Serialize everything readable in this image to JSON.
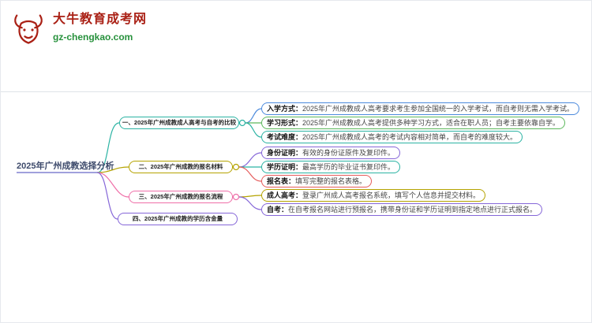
{
  "logo": {
    "site_name": "大牛教育成考网",
    "site_url": "gz-chengkao.com",
    "icon": "ox-icon",
    "name_color": "#aa2116",
    "url_color": "#27913c"
  },
  "palette": {
    "teal": "#2bb3a3",
    "blue": "#4a89dc",
    "green": "#5cb85c",
    "olive": "#b5a300",
    "purple": "#8566d8",
    "red": "#e55c5c",
    "pink": "#ef6fa8",
    "root_line": "#8080d0",
    "root_text": "#3d4a6b"
  },
  "mindmap": {
    "root": {
      "label": "2025年广州成教选择分析",
      "color": "#3d4a6b"
    },
    "branches": [
      {
        "label": "一、2025年广州成教成人高考与自考的比较",
        "color": "#2bb3a3",
        "children": [
          {
            "prefix": "入学方式：",
            "text": "2025年广州成教成人高考要求考生参加全国统一的入学考试，而自考则无需入学考试。",
            "color": "#4a89dc"
          },
          {
            "prefix": "学习形式：",
            "text": "2025年广州成教成人高考提供多种学习方式，适合在职人员；自考主要依靠自学。",
            "color": "#5cb85c"
          },
          {
            "prefix": "考试难度：",
            "text": "2025年广州成教成人高考的考试内容相对简单，而自考的难度较大。",
            "color": "#2bb3a3"
          }
        ]
      },
      {
        "label": "二、2025年广州成教的报名材料",
        "color": "#b5a300",
        "children": [
          {
            "prefix": "身份证明：",
            "text": "有效的身份证原件及复印件。",
            "color": "#8566d8"
          },
          {
            "prefix": "学历证明：",
            "text": "最高学历的毕业证书复印件。",
            "color": "#2bb3a3"
          },
          {
            "prefix": "报名表：",
            "text": "填写完整的报名表格。",
            "color": "#e55c5c"
          }
        ]
      },
      {
        "label": "三、2025年广州成教的报名流程",
        "color": "#ef6fa8",
        "children": [
          {
            "prefix": "成人高考：",
            "text": "登录广州成人高考报名系统，填写个人信息并提交材料。",
            "color": "#b5a300"
          },
          {
            "prefix": "自考：",
            "text": "在自考报名网站进行预报名，携带身份证和学历证明到指定地点进行正式报名。",
            "color": "#8566d8"
          }
        ]
      },
      {
        "label": "四、2025年广州成教的学历含金量",
        "color": "#8566d8",
        "children": []
      }
    ]
  }
}
